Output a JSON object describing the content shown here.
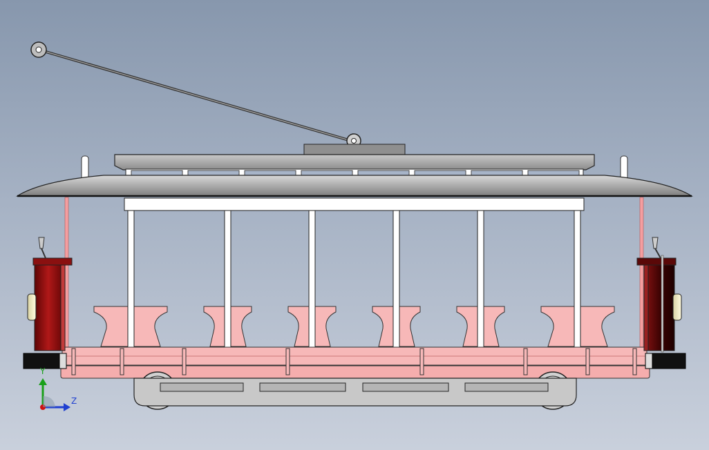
{
  "model": {
    "name": "open-trolley-car",
    "parts": [
      "trolley-pole",
      "roof",
      "clerestory",
      "posts",
      "seats",
      "body-rail",
      "truck",
      "end-platforms",
      "headlamps"
    ]
  },
  "colors": {
    "background_top": "#8797ad",
    "background_bottom": "#c9d0dc",
    "seat_pink": "#f7b8b8",
    "rail_pink": "#f2a9aa",
    "dash_red": "#8a0f0f",
    "roof_gray": "#9a9a9a",
    "axis_y": "#1aa01a",
    "axis_z": "#2040d0"
  },
  "triad": {
    "y_label": "Y",
    "z_label": "Z"
  }
}
